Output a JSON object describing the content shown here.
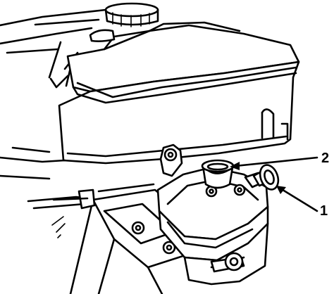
{
  "callouts": [
    {
      "number": "2",
      "target": "fuel-bowl-fitting"
    },
    {
      "number": "1",
      "target": "fuel-shutoff-valve"
    }
  ],
  "colors": {
    "ink": "#000000",
    "background": "#ffffff"
  }
}
